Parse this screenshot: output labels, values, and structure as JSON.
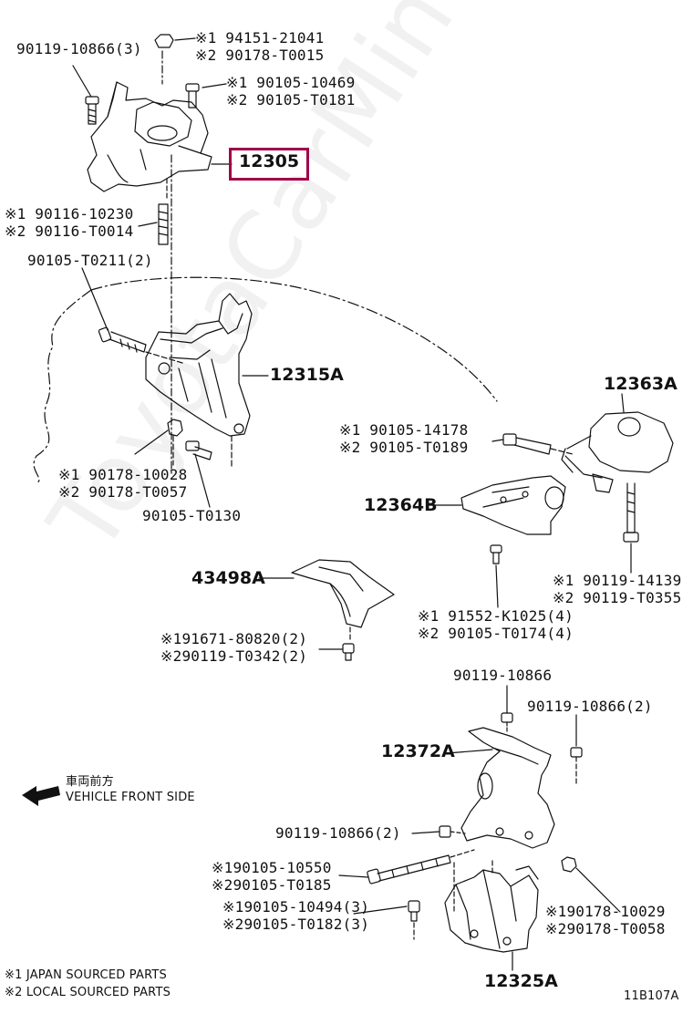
{
  "parts": {
    "p90119_10866_3": "90119-10866(3)",
    "p94151_j": "※1 94151-21041",
    "p90178_t0015": "※2 90178-T0015",
    "p90105_10469": "※1 90105-10469",
    "p90105_t0181": "※2 90105-T0181",
    "p12305": "12305",
    "p90116_10230": "※1 90116-10230",
    "p90116_t0014": "※2 90116-T0014",
    "p90105_t0211": "90105-T0211(2)",
    "p12315a": "12315A",
    "p90178_10028": "※1 90178-10028",
    "p90178_t0057": "※2 90178-T0057",
    "p90105_t0130": "90105-T0130",
    "p12363a": "12363A",
    "p90105_14178": "※1  90105-14178",
    "p90105_t0189": "※2  90105-T0189",
    "p12364b": "12364B",
    "p43498a": "43498A",
    "p90119_14139": "※1  90119-14139",
    "p90119_t0355": "※2  90119-T0355",
    "p91552_k1025": "※1  91552-K1025(4)",
    "p90105_t0174": "※2  90105-T0174(4)",
    "p91671_80820": "※191671-80820(2)",
    "p90119_t0342": "※290119-T0342(2)",
    "p90119_10866_a": "90119-10866",
    "p90119_10866_2a": "90119-10866(2)",
    "p12372a": "12372A",
    "p90119_10866_2b": "90119-10866(2)",
    "p90105_10550": "※190105-10550",
    "p90105_t0185": "※290105-T0185",
    "p90105_10494": "※190105-10494(3)",
    "p90105_t0182": "※290105-T0182(3)",
    "p90178_10029": "※190178-10029",
    "p90178_t0058": "※290178-T0058",
    "p12325a": "12325A"
  },
  "direction": {
    "jp": "車両前方",
    "en": "VEHICLE FRONT SIDE",
    "icon": "left-arrow-icon"
  },
  "legend": {
    "note1": "※1 JAPAN SOURCED PARTS",
    "note2": "※2 LOCAL SOURCED PARTS"
  },
  "figure_id": "11B107A",
  "watermark": "ToyotaCarMine.ru",
  "colors": {
    "highlight": "#a00048",
    "line": "#111111"
  }
}
